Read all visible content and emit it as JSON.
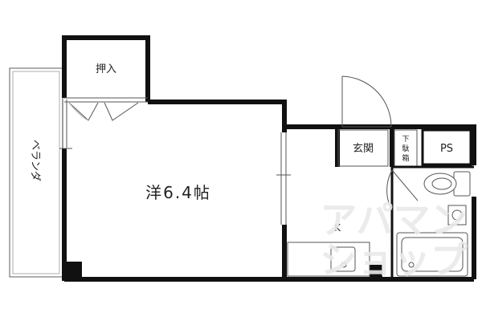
{
  "rooms": {
    "closet": "押入",
    "balcony": "ベランダ",
    "main_room": "洋6.4帖",
    "entrance": "玄関",
    "shoe_box": "下駄箱",
    "pipe_space": "PS",
    "kitchen": "K"
  },
  "watermark": {
    "line1": "アパマン",
    "line2": "ショップ"
  }
}
